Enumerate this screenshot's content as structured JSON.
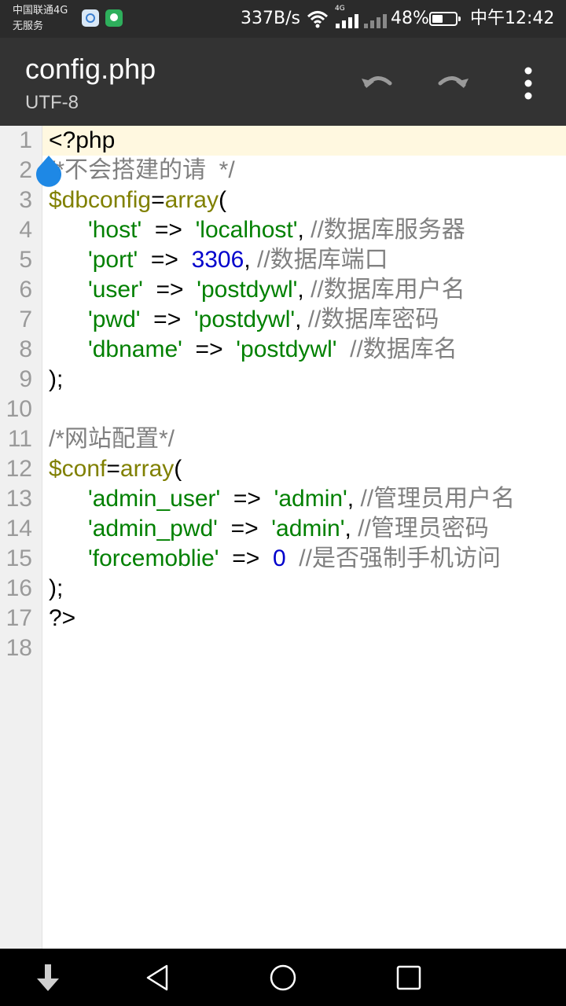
{
  "status_bar": {
    "carrier_line1": "中国联通4G",
    "carrier_line2": "无服务",
    "app_icons": [
      "browser-icon",
      "wechat-icon"
    ],
    "net_speed": "337B/s",
    "network_type": "4G",
    "battery_percent": "48%",
    "battery_level": 0.48,
    "time": "中午12:42"
  },
  "app_bar": {
    "title": "config.php",
    "encoding": "UTF-8",
    "actions": [
      "undo-icon",
      "redo-icon",
      "more-vert-icon"
    ]
  },
  "editor": {
    "line_numbers": [
      "1",
      "2",
      "3",
      "4",
      "5",
      "6",
      "7",
      "8",
      "9",
      "10",
      "11",
      "12",
      "13",
      "14",
      "15",
      "16",
      "17",
      "18"
    ],
    "current_line": 1,
    "lines": [
      [
        {
          "t": "<?php",
          "c": "op"
        }
      ],
      [
        {
          "t": "/*不会搭建的请  */",
          "c": "cmt"
        }
      ],
      [
        {
          "t": "$dbconfig",
          "c": "kw"
        },
        {
          "t": "=",
          "c": "op"
        },
        {
          "t": "array",
          "c": "kw"
        },
        {
          "t": "(",
          "c": "op"
        }
      ],
      [
        {
          "t": "      ",
          "c": "op"
        },
        {
          "t": "'host'",
          "c": "str"
        },
        {
          "t": "  =>  ",
          "c": "op"
        },
        {
          "t": "'localhost'",
          "c": "str"
        },
        {
          "t": ", ",
          "c": "op"
        },
        {
          "t": "//数据库服务器",
          "c": "cmt"
        }
      ],
      [
        {
          "t": "      ",
          "c": "op"
        },
        {
          "t": "'port'",
          "c": "str"
        },
        {
          "t": "  =>  ",
          "c": "op"
        },
        {
          "t": "3306",
          "c": "num"
        },
        {
          "t": ", ",
          "c": "op"
        },
        {
          "t": "//数据库端口",
          "c": "cmt"
        }
      ],
      [
        {
          "t": "      ",
          "c": "op"
        },
        {
          "t": "'user'",
          "c": "str"
        },
        {
          "t": "  =>  ",
          "c": "op"
        },
        {
          "t": "'postdywl'",
          "c": "str"
        },
        {
          "t": ", ",
          "c": "op"
        },
        {
          "t": "//数据库用户名",
          "c": "cmt"
        }
      ],
      [
        {
          "t": "      ",
          "c": "op"
        },
        {
          "t": "'pwd'",
          "c": "str"
        },
        {
          "t": "  =>  ",
          "c": "op"
        },
        {
          "t": "'postdywl'",
          "c": "str"
        },
        {
          "t": ", ",
          "c": "op"
        },
        {
          "t": "//数据库密码",
          "c": "cmt"
        }
      ],
      [
        {
          "t": "      ",
          "c": "op"
        },
        {
          "t": "'dbname'",
          "c": "str"
        },
        {
          "t": "  =>  ",
          "c": "op"
        },
        {
          "t": "'postdywl'",
          "c": "str"
        },
        {
          "t": "  ",
          "c": "op"
        },
        {
          "t": "//数据库名",
          "c": "cmt"
        }
      ],
      [
        {
          "t": ");",
          "c": "op"
        }
      ],
      [],
      [
        {
          "t": "/*网站配置*/",
          "c": "cmt"
        }
      ],
      [
        {
          "t": "$conf",
          "c": "kw"
        },
        {
          "t": "=",
          "c": "op"
        },
        {
          "t": "array",
          "c": "kw"
        },
        {
          "t": "(",
          "c": "op"
        }
      ],
      [
        {
          "t": "      ",
          "c": "op"
        },
        {
          "t": "'admin_user'",
          "c": "str"
        },
        {
          "t": "  =>  ",
          "c": "op"
        },
        {
          "t": "'admin'",
          "c": "str"
        },
        {
          "t": ", ",
          "c": "op"
        },
        {
          "t": "//管理员用户名",
          "c": "cmt"
        }
      ],
      [
        {
          "t": "      ",
          "c": "op"
        },
        {
          "t": "'admin_pwd'",
          "c": "str"
        },
        {
          "t": "  =>  ",
          "c": "op"
        },
        {
          "t": "'admin'",
          "c": "str"
        },
        {
          "t": ", ",
          "c": "op"
        },
        {
          "t": "//管理员密码",
          "c": "cmt"
        }
      ],
      [
        {
          "t": "      ",
          "c": "op"
        },
        {
          "t": "'forcemoblie'",
          "c": "str"
        },
        {
          "t": "  =>  ",
          "c": "op"
        },
        {
          "t": "0",
          "c": "num"
        },
        {
          "t": "  ",
          "c": "op"
        },
        {
          "t": "//是否强制手机访问",
          "c": "cmt"
        }
      ],
      [
        {
          "t": ");",
          "c": "op"
        }
      ],
      [
        {
          "t": "?>",
          "c": "op"
        }
      ],
      []
    ]
  },
  "nav_bar": {
    "buttons": [
      "hide-keyboard-icon",
      "back-icon",
      "home-icon",
      "recents-icon"
    ]
  },
  "colors": {
    "status_bar_bg": "#2b2b2b",
    "app_bar_bg": "#333333",
    "keyword": "#808000",
    "string": "#008000",
    "number": "#0000cc",
    "comment": "#808080",
    "current_line": "#fff8e0",
    "cursor_handle": "#1e88e5"
  }
}
